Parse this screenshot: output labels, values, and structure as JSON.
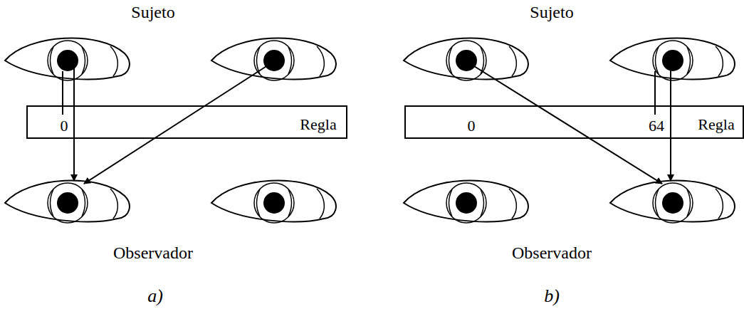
{
  "diagram": {
    "nodes": [
      {
        "text": [
          "0",
          "Regla"
        ]
      },
      {
        "text": [
          "0",
          "64",
          "Regla"
        ]
      }
    ],
    "labels": [
      "Sujeto",
      "Sujeto",
      "Observador",
      "Observador",
      "a)",
      "b)"
    ]
  }
}
